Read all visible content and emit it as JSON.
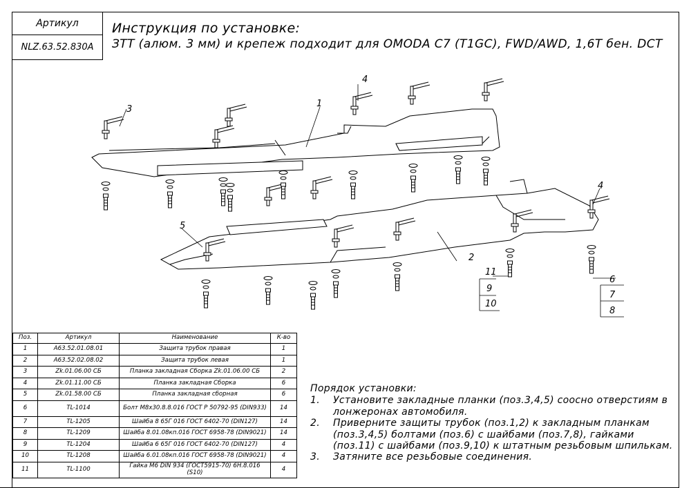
{
  "header": {
    "article_label": "Артикул",
    "article_value": "NLZ.63.52.830A",
    "title": "Инструкция по установке:",
    "subtitle": "ЗТТ (алюм. 3 мм) и крепеж подходит для OMODA C7 (T1GC), FWD/AWD, 1,6T бен. DCT"
  },
  "drawing": {
    "callouts": [
      "1",
      "2",
      "3",
      "4",
      "4",
      "5",
      "6",
      "7",
      "8",
      "9",
      "10",
      "11"
    ]
  },
  "table": {
    "headers": [
      "Поз.",
      "Артикул",
      "Наименование",
      "К-во"
    ],
    "rows": [
      {
        "pos": "1",
        "article": "A63.52.01.08.01",
        "name": "Защита трубок правая",
        "qty": "1"
      },
      {
        "pos": "2",
        "article": "A63.52.02.08.02",
        "name": "Защита трубок левая",
        "qty": "1"
      },
      {
        "pos": "3",
        "article": "Zk.01.06.00 СБ",
        "name": "Планка закладная Сборка Zk.01.06.00 СБ",
        "qty": "2"
      },
      {
        "pos": "4",
        "article": "Zk.01.11.00 СБ",
        "name": "Планка закладная Сборка",
        "qty": "6"
      },
      {
        "pos": "5",
        "article": "Zk.01.58.00 СБ",
        "name": "Планка закладная сборная",
        "qty": "6"
      },
      {
        "pos": "6",
        "article": "TL-1014",
        "name": "Болт М8х30.8.8.016 ГОСТ Р 50792-95 (DIN933)",
        "qty": "14"
      },
      {
        "pos": "7",
        "article": "TL-1205",
        "name": "Шайба 8 65Г 016 ГОСТ 6402-70 (DIN127)",
        "qty": "14"
      },
      {
        "pos": "8",
        "article": "TL-1209",
        "name": "Шайба 8.01.08кп.016 ГОСТ 6958-78 (DIN9021)",
        "qty": "14"
      },
      {
        "pos": "9",
        "article": "TL-1204",
        "name": "Шайба 6 65Г 016 ГОСТ 6402-70 (DIN127)",
        "qty": "4"
      },
      {
        "pos": "10",
        "article": "TL-1208",
        "name": "Шайба 6.01.08кп.016 ГОСТ 6958-78 (DIN9021)",
        "qty": "4"
      },
      {
        "pos": "11",
        "article": "TL-1100",
        "name": "Гайка М6 DIN 934 (ГОСТ5915-70) 6Н.8.016 (S10)",
        "qty": "4"
      }
    ]
  },
  "instructions": {
    "title": "Порядок установки:",
    "steps": [
      {
        "num": "1.",
        "text": "Установите закладные планки (поз.3,4,5) соосно отверстиям в лонжеронах автомобиля."
      },
      {
        "num": "2.",
        "text": "Приверните защиты трубок (поз.1,2) к закладным планкам (поз.3,4,5) болтами (поз.6) с шайбами (поз.7,8), гайками (поз.11) с шайбами (поз.9,10) к штатным резьбовым шпилькам."
      },
      {
        "num": "3.",
        "text": "Затяните все резьбовые соединения."
      }
    ]
  }
}
